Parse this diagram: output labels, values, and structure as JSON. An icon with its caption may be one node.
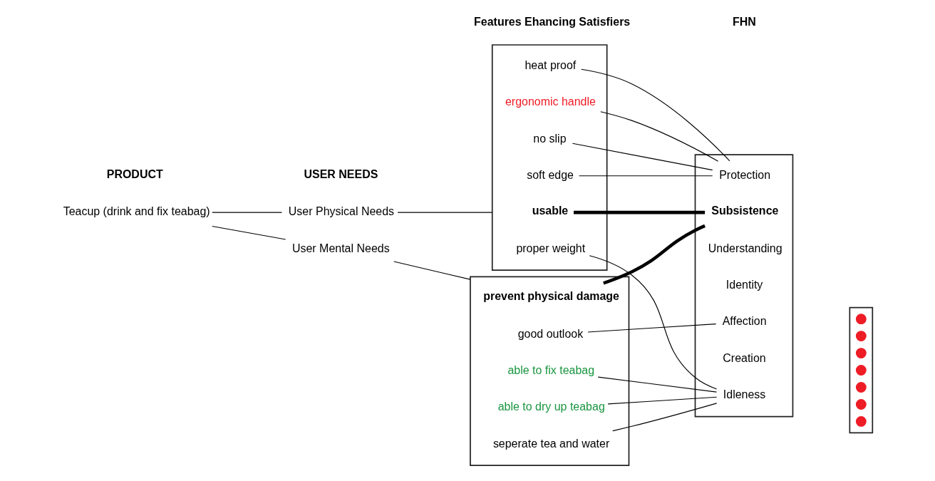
{
  "diagram": {
    "nodes": [
      {
        "text": [
          "Teacup (drink and fix teabag)"
        ]
      },
      {
        "text": [
          "User Physical Needs"
        ]
      },
      {
        "text": [
          "User Mental Needs"
        ]
      },
      {
        "text": [],
        "shape": "box"
      },
      {
        "text": [
          "usable"
        ],
        "in": 3
      },
      {
        "text": [
          "soft edge"
        ],
        "in": 3
      },
      {
        "text": [
          "proper weight"
        ],
        "in": 3
      },
      {
        "text": [
          "no slip"
        ],
        "in": 3
      },
      {
        "text": [
          "ergonomic handle"
        ],
        "in": 3
      },
      {
        "text": [
          "heat proof"
        ],
        "in": 3
      },
      {
        "text": [],
        "shape": "box"
      },
      {
        "text": [
          "prevent physical damage"
        ],
        "in": 10
      },
      {
        "text": [
          "seperate tea and water"
        ],
        "in": 10
      },
      {
        "text": [
          "able to dry up teabag"
        ],
        "in": 10
      },
      {
        "text": [
          "able to fix teabag"
        ],
        "in": 10
      },
      {
        "text": [
          "good outlook"
        ],
        "in": 10
      },
      {
        "text": [],
        "shape": "box"
      },
      {
        "text": [
          "Subsistence"
        ],
        "in": 16
      },
      {
        "text": [
          "Protection"
        ],
        "in": 16
      },
      {
        "text": [
          "Affection"
        ],
        "in": 16
      },
      {
        "text": [
          "Understanding"
        ],
        "in": 16
      },
      {
        "text": [
          "Idleness"
        ],
        "in": 16
      },
      {
        "text": [
          "Creation"
        ],
        "in": 16
      },
      {
        "text": [
          "Identity"
        ],
        "in": 16
      },
      {
        "text": [],
        "shape": "box"
      },
      {
        "text": [],
        "shape": "circle",
        "in": 24
      },
      {
        "text": [],
        "shape": "circle",
        "in": 24
      },
      {
        "text": [],
        "shape": "circle",
        "in": 24
      },
      {
        "text": [],
        "shape": "circle",
        "in": 24
      },
      {
        "text": [],
        "shape": "circle",
        "in": 24
      },
      {
        "text": [],
        "shape": "circle",
        "in": 24
      },
      {
        "text": [],
        "shape": "circle",
        "in": 24
      }
    ],
    "edges": [
      {
        "from": 0,
        "to": 1,
        "arrow": "none"
      },
      {
        "from": 0,
        "to": 2,
        "arrow": "none"
      },
      {
        "from": 1,
        "to": 3,
        "arrow": "none"
      },
      {
        "from": 2,
        "to": 10,
        "arrow": "none"
      },
      {
        "from": 4,
        "to": 17,
        "arrow": "none",
        "style": "thick"
      },
      {
        "from": 5,
        "to": 18,
        "arrow": "none"
      },
      {
        "from": 6,
        "to": 21,
        "arrow": "none"
      },
      {
        "from": 7,
        "to": 18,
        "arrow": "none"
      },
      {
        "from": 8,
        "to": 18,
        "arrow": "none"
      },
      {
        "from": 9,
        "to": 18,
        "arrow": "none"
      },
      {
        "from": 11,
        "to": 17,
        "arrow": "none",
        "style": "thick"
      },
      {
        "from": 12,
        "to": 21,
        "arrow": "none"
      },
      {
        "from": 13,
        "to": 21,
        "arrow": "none"
      },
      {
        "from": 14,
        "to": 21,
        "arrow": "none"
      },
      {
        "from": 15,
        "to": 19,
        "arrow": "none"
      }
    ],
    "labels": [
      "PRODUCT",
      "USER NEEDS",
      "Features Ehancing Satisfiers",
      "FHN"
    ]
  }
}
